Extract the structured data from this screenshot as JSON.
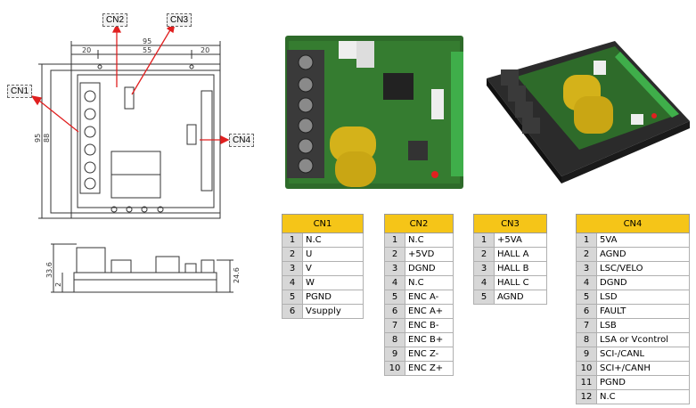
{
  "callouts": {
    "cn1": "CN1",
    "cn2": "CN2",
    "cn3": "CN3",
    "cn4": "CN4"
  },
  "dimensions": {
    "top_total": "95",
    "top_inner": "55",
    "top_left": "20",
    "top_right": "20",
    "left_outer": "95",
    "left_inner": "88",
    "side_left": "33.6",
    "side_small": "2",
    "side_right": "24.6"
  },
  "tables": {
    "cn1": {
      "title": "CN1",
      "rows": [
        {
          "pin": "1",
          "signal": "N.C"
        },
        {
          "pin": "2",
          "signal": "U"
        },
        {
          "pin": "3",
          "signal": "V"
        },
        {
          "pin": "4",
          "signal": "W"
        },
        {
          "pin": "5",
          "signal": "PGND"
        },
        {
          "pin": "6",
          "signal": "Vsupply"
        }
      ]
    },
    "cn2": {
      "title": "CN2",
      "rows": [
        {
          "pin": "1",
          "signal": "N.C"
        },
        {
          "pin": "2",
          "signal": "+5VD"
        },
        {
          "pin": "3",
          "signal": "DGND"
        },
        {
          "pin": "4",
          "signal": "N.C"
        },
        {
          "pin": "5",
          "signal": "ENC A-"
        },
        {
          "pin": "6",
          "signal": "ENC A+"
        },
        {
          "pin": "7",
          "signal": "ENC B-"
        },
        {
          "pin": "8",
          "signal": "ENC B+"
        },
        {
          "pin": "9",
          "signal": "ENC Z-"
        },
        {
          "pin": "10",
          "signal": "ENC Z+"
        }
      ]
    },
    "cn3": {
      "title": "CN3",
      "rows": [
        {
          "pin": "1",
          "signal": "+5VA"
        },
        {
          "pin": "2",
          "signal": "HALL A"
        },
        {
          "pin": "3",
          "signal": "HALL B"
        },
        {
          "pin": "4",
          "signal": "HALL C"
        },
        {
          "pin": "5",
          "signal": "AGND"
        }
      ]
    },
    "cn4": {
      "title": "CN4",
      "rows": [
        {
          "pin": "1",
          "signal": "5VA"
        },
        {
          "pin": "2",
          "signal": "AGND"
        },
        {
          "pin": "3",
          "signal": "LSC/VELO"
        },
        {
          "pin": "4",
          "signal": "DGND"
        },
        {
          "pin": "5",
          "signal": "LSD"
        },
        {
          "pin": "6",
          "signal": "FAULT"
        },
        {
          "pin": "7",
          "signal": "LSB"
        },
        {
          "pin": "8",
          "signal": "LSA or Vcontrol"
        },
        {
          "pin": "9",
          "signal": "SCI-/CANL"
        },
        {
          "pin": "10",
          "signal": "SCI+/CANH"
        },
        {
          "pin": "11",
          "signal": "PGND"
        },
        {
          "pin": "12",
          "signal": "N.C"
        }
      ]
    }
  },
  "colors": {
    "header": "#f5c518",
    "pin_bg": "#d7d7d7",
    "arrow": "#e02020",
    "pcb_green": "#2e6b2a",
    "terminal_green": "#3fae4a",
    "capacitor": "#d4b21a"
  }
}
